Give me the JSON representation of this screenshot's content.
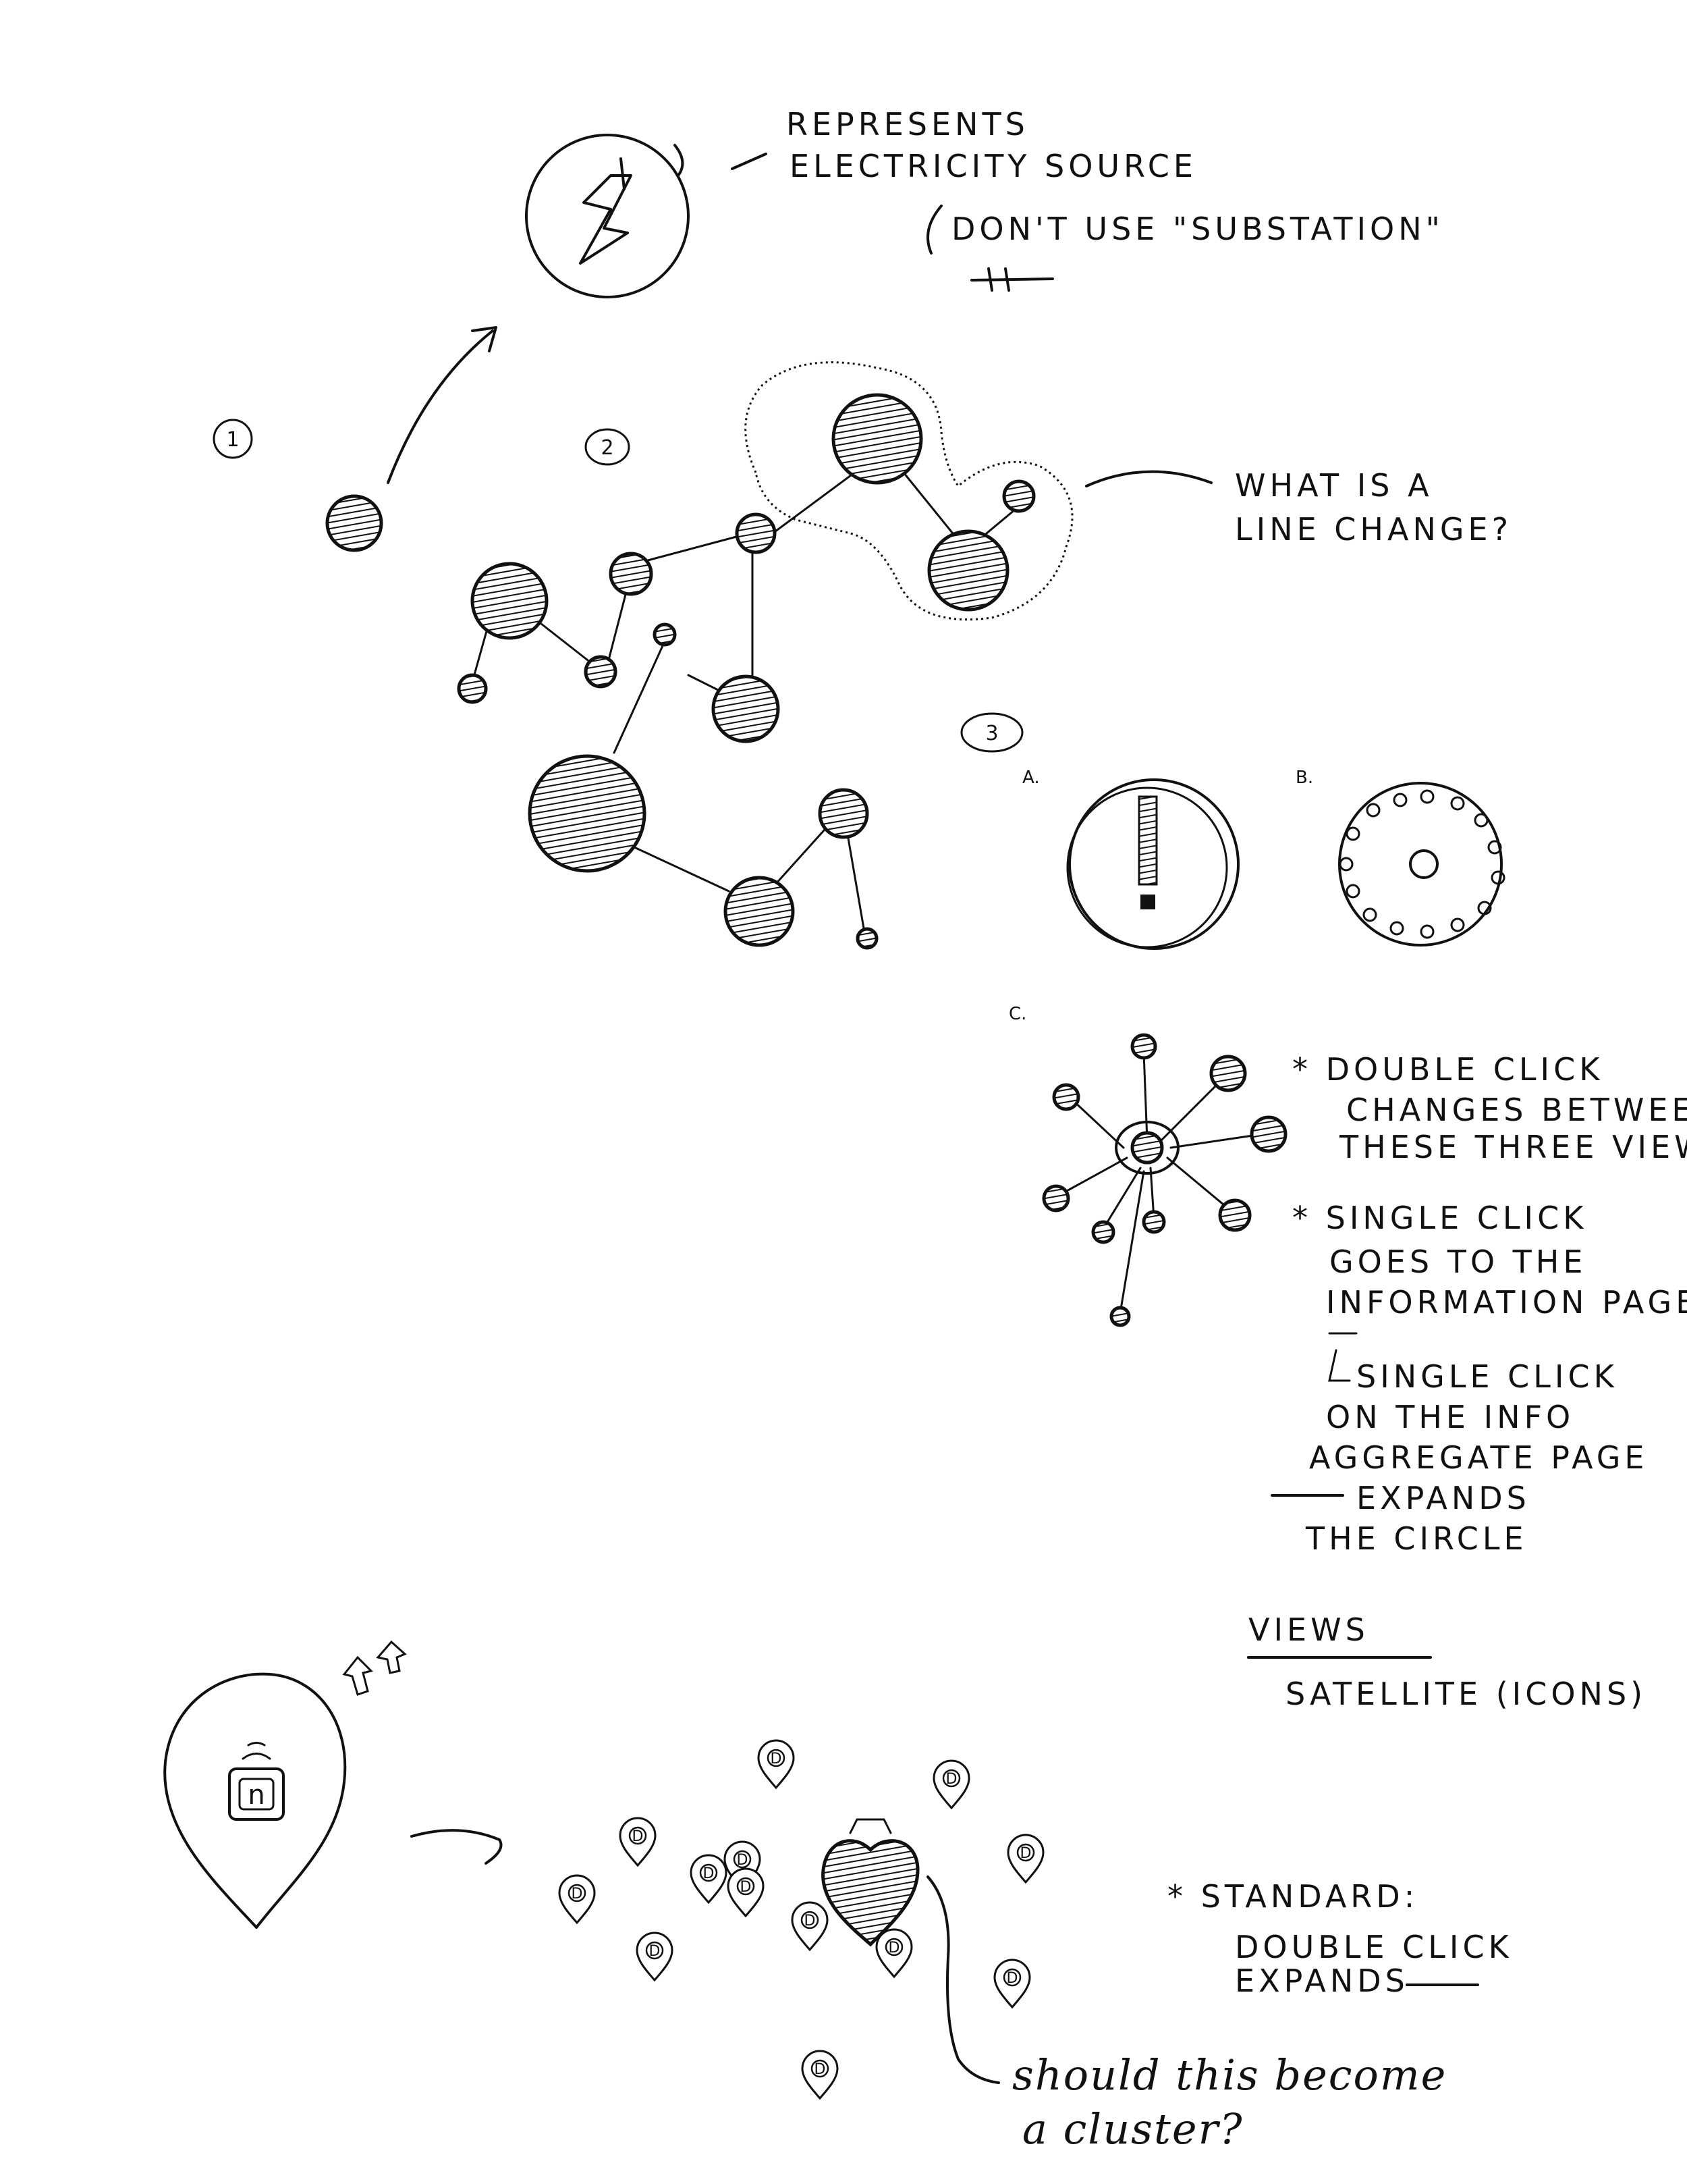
{
  "annotations": {
    "represents_line1": "REPRESENTS",
    "represents_line2": "ELECTRICITY SOURCE",
    "dont_use": "DON'T USE \"SUBSTATION\"",
    "what_is_line1": "WHAT IS A",
    "what_is_line2": "LINE CHANGE?",
    "double_click_line1": "* DOUBLE CLICK",
    "double_click_line2": "CHANGES BETWEEN",
    "double_click_line3": "THESE THREE VIEWS",
    "single_click_line1": "* SINGLE CLICK",
    "single_click_line2": "GOES TO THE",
    "single_click_line3": "INFORMATION PAGE",
    "info_click_line1": "SINGLE CLICK",
    "info_click_line2": "ON THE INFO",
    "info_click_line3": "AGGREGATE PAGE",
    "info_click_line4": "EXPANDS",
    "info_click_line5": "THE CIRCLE",
    "views_heading": "VIEWS",
    "views_item": "SATELLITE (ICONS)",
    "standard_line1": "* STANDARD:",
    "standard_line2": "DOUBLE CLICK",
    "standard_line3": "EXPANDS",
    "question_line1": "should this become",
    "question_line2": "a cluster?"
  },
  "labels": {
    "step1": "1",
    "step2": "2",
    "step3": "3",
    "view_a": "A.",
    "view_b": "B.",
    "view_c": "C."
  },
  "icons": {
    "lightning": "lightning-bolt-icon",
    "exclamation": "exclamation-icon",
    "pin_letter": "n",
    "pin_marker": "D"
  }
}
